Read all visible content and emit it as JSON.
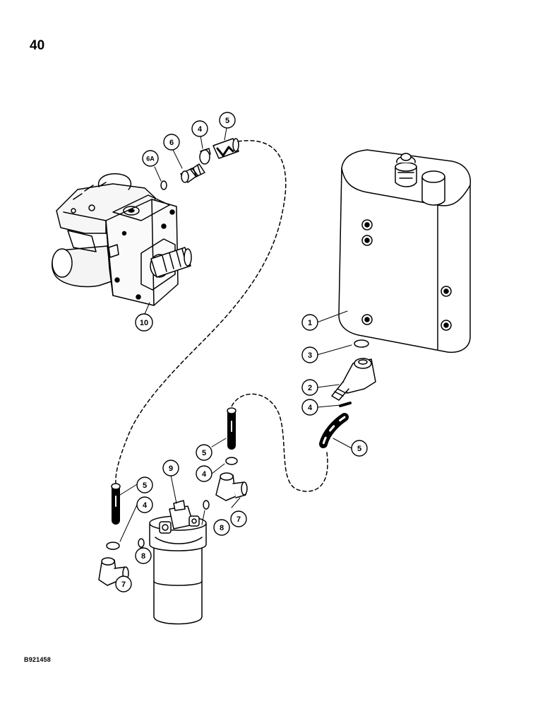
{
  "page": {
    "number": "40",
    "figure_code": "B921458"
  },
  "callouts": [
    {
      "id": "c6a",
      "text": "6A"
    },
    {
      "id": "c6",
      "text": "6"
    },
    {
      "id": "c4a",
      "text": "4"
    },
    {
      "id": "c5a",
      "text": "5"
    },
    {
      "id": "c10",
      "text": "10"
    },
    {
      "id": "c1",
      "text": "1"
    },
    {
      "id": "c3",
      "text": "3"
    },
    {
      "id": "c2",
      "text": "2"
    },
    {
      "id": "c4b",
      "text": "4"
    },
    {
      "id": "c5b",
      "text": "5"
    },
    {
      "id": "c5c",
      "text": "5"
    },
    {
      "id": "c4c",
      "text": "4"
    },
    {
      "id": "c9",
      "text": "9"
    },
    {
      "id": "c7a",
      "text": "7"
    },
    {
      "id": "c8a",
      "text": "8"
    },
    {
      "id": "c5d",
      "text": "5"
    },
    {
      "id": "c4d",
      "text": "4"
    },
    {
      "id": "c8b",
      "text": "8"
    },
    {
      "id": "c7b",
      "text": "7"
    }
  ]
}
